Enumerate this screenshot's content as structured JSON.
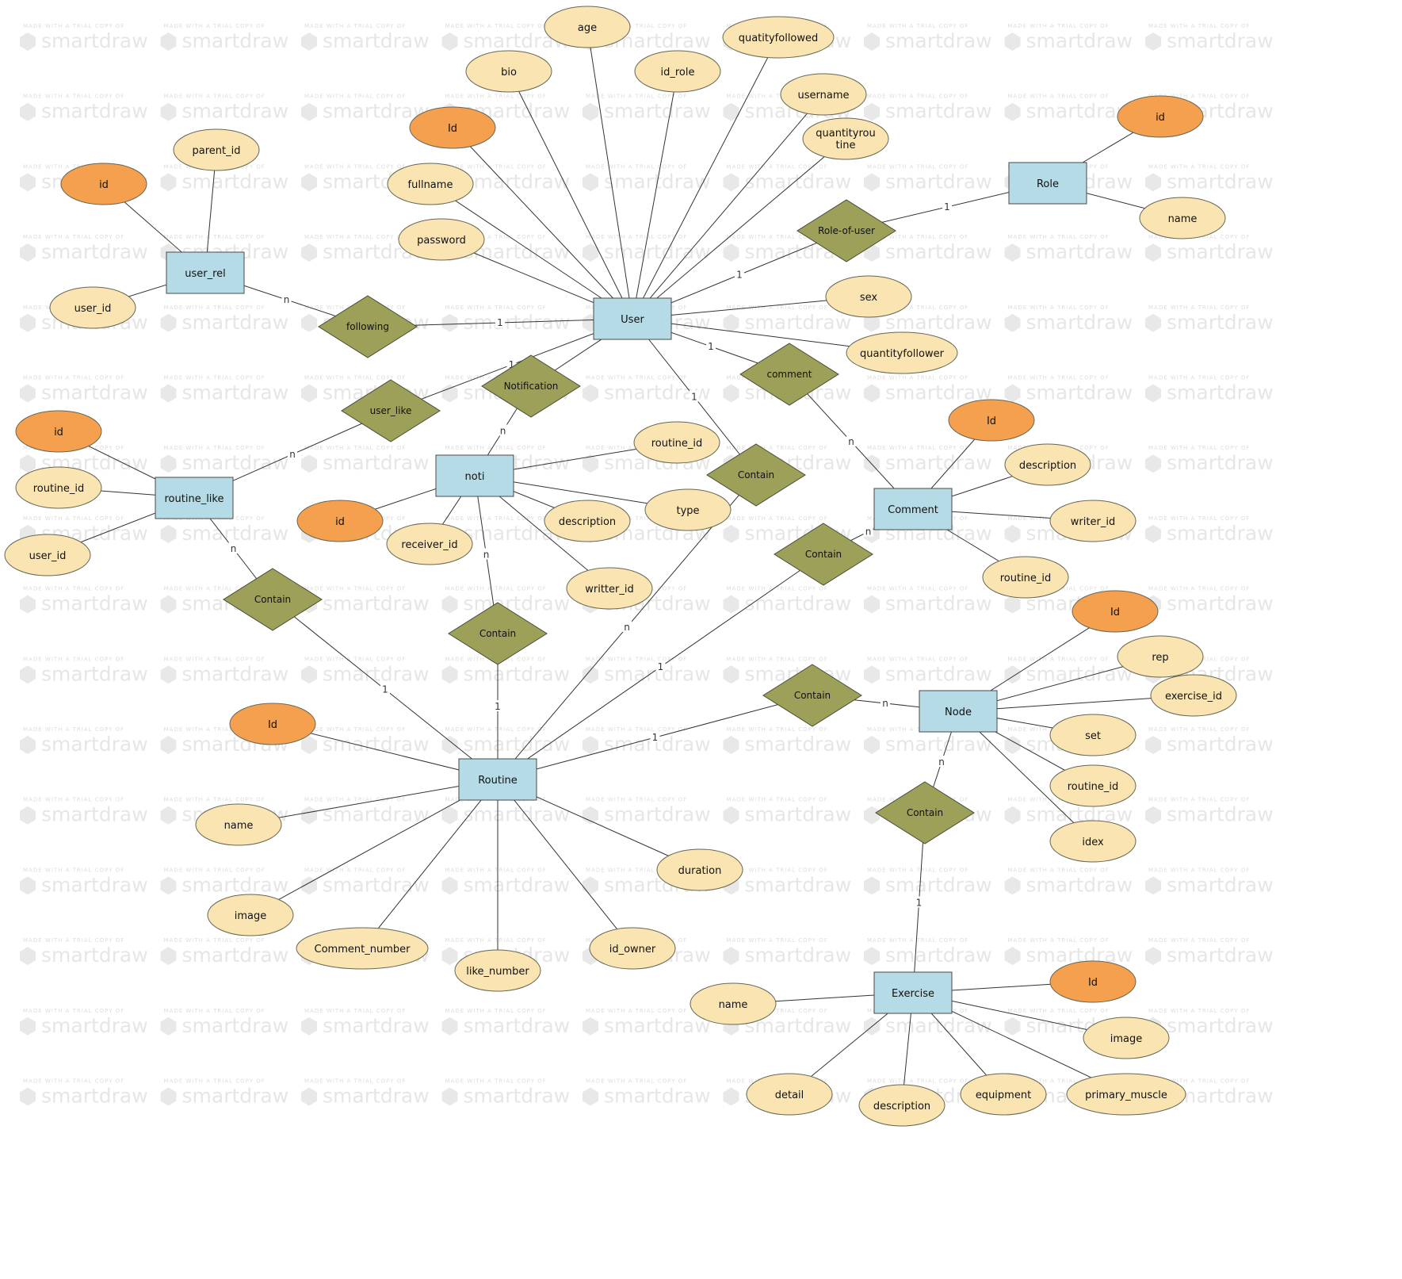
{
  "watermark": {
    "top_text": "MADE WITH A TRIAL COPY OF",
    "brand": "smartdraw"
  },
  "colors": {
    "entity_fill": "#b5dbe6",
    "attribute_fill": "#fae5b2",
    "key_attribute_fill": "#f5a04f",
    "relationship_fill": "#9ca058",
    "line": "#333333"
  },
  "entities": [
    {
      "id": "user",
      "label": "User"
    },
    {
      "id": "user_rel",
      "label": "user_rel"
    },
    {
      "id": "role",
      "label": "Role"
    },
    {
      "id": "routine_like",
      "label": "routine_like"
    },
    {
      "id": "noti",
      "label": "noti"
    },
    {
      "id": "comment",
      "label": "Comment"
    },
    {
      "id": "routine",
      "label": "Routine"
    },
    {
      "id": "node",
      "label": "Node"
    },
    {
      "id": "exercise",
      "label": "Exercise"
    }
  ],
  "relationships": [
    {
      "id": "following",
      "label": "following"
    },
    {
      "id": "role_of_user",
      "label": "Role-of-user"
    },
    {
      "id": "user_like",
      "label": "user_like"
    },
    {
      "id": "notification",
      "label": "Notification"
    },
    {
      "id": "comment_rel",
      "label": "comment"
    },
    {
      "id": "contain_user_routine",
      "label": "Contain"
    },
    {
      "id": "contain_comment_routine",
      "label": "Contain"
    },
    {
      "id": "contain_like_routine",
      "label": "Contain"
    },
    {
      "id": "contain_noti_routine",
      "label": "Contain"
    },
    {
      "id": "contain_routine_node",
      "label": "Contain"
    },
    {
      "id": "contain_node_exercise",
      "label": "Contain"
    }
  ],
  "attributes": [
    {
      "id": "u_age",
      "label": "age",
      "key": false
    },
    {
      "id": "u_bio",
      "label": "bio",
      "key": false
    },
    {
      "id": "u_quatityfollowed",
      "label": "quatityfollowed",
      "key": false
    },
    {
      "id": "u_id_role",
      "label": "id_role",
      "key": false
    },
    {
      "id": "u_username",
      "label": "username",
      "key": false
    },
    {
      "id": "u_id",
      "label": "Id",
      "key": true
    },
    {
      "id": "u_quantityroutine",
      "label": "quantityrou tine",
      "key": false
    },
    {
      "id": "u_fullname",
      "label": "fullname",
      "key": false
    },
    {
      "id": "u_password",
      "label": "password",
      "key": false
    },
    {
      "id": "u_sex",
      "label": "sex",
      "key": false
    },
    {
      "id": "u_quantityfollower",
      "label": "quantityfollower",
      "key": false
    },
    {
      "id": "ur_parent_id",
      "label": "parent_id",
      "key": false
    },
    {
      "id": "ur_id",
      "label": "id",
      "key": true
    },
    {
      "id": "ur_user_id",
      "label": "user_id",
      "key": false
    },
    {
      "id": "role_id",
      "label": "id",
      "key": true
    },
    {
      "id": "role_name",
      "label": "name",
      "key": false
    },
    {
      "id": "rl_id",
      "label": "id",
      "key": true
    },
    {
      "id": "rl_routine_id",
      "label": "routine_id",
      "key": false
    },
    {
      "id": "rl_user_id",
      "label": "user_id",
      "key": false
    },
    {
      "id": "n_routine_id",
      "label": "routine_id",
      "key": false
    },
    {
      "id": "n_type",
      "label": "type",
      "key": false
    },
    {
      "id": "n_description",
      "label": "description",
      "key": false
    },
    {
      "id": "n_id",
      "label": "id",
      "key": true
    },
    {
      "id": "n_receiver_id",
      "label": "receiver_id",
      "key": false
    },
    {
      "id": "n_writter_id",
      "label": "writter_id",
      "key": false
    },
    {
      "id": "c_id",
      "label": "Id",
      "key": true
    },
    {
      "id": "c_description",
      "label": "description",
      "key": false
    },
    {
      "id": "c_writer_id",
      "label": "writer_id",
      "key": false
    },
    {
      "id": "c_routine_id",
      "label": "routine_id",
      "key": false
    },
    {
      "id": "r_id",
      "label": "Id",
      "key": true
    },
    {
      "id": "r_name",
      "label": "name",
      "key": false
    },
    {
      "id": "r_image",
      "label": "image",
      "key": false
    },
    {
      "id": "r_comment_number",
      "label": "Comment_number",
      "key": false
    },
    {
      "id": "r_like_number",
      "label": "like_number",
      "key": false
    },
    {
      "id": "r_id_owner",
      "label": "id_owner",
      "key": false
    },
    {
      "id": "r_duration",
      "label": "duration",
      "key": false
    },
    {
      "id": "nd_id",
      "label": "Id",
      "key": true
    },
    {
      "id": "nd_rep",
      "label": "rep",
      "key": false
    },
    {
      "id": "nd_exercise_id",
      "label": "exercise_id",
      "key": false
    },
    {
      "id": "nd_set",
      "label": "set",
      "key": false
    },
    {
      "id": "nd_routine_id",
      "label": "routine_id",
      "key": false
    },
    {
      "id": "nd_idex",
      "label": "idex",
      "key": false
    },
    {
      "id": "e_id",
      "label": "Id",
      "key": true
    },
    {
      "id": "e_name",
      "label": "name",
      "key": false
    },
    {
      "id": "e_image",
      "label": "image",
      "key": false
    },
    {
      "id": "e_detail",
      "label": "detail",
      "key": false
    },
    {
      "id": "e_description",
      "label": "description",
      "key": false
    },
    {
      "id": "e_equipment",
      "label": "equipment",
      "key": false
    },
    {
      "id": "e_primary_muscle",
      "label": "primary_muscle",
      "key": false
    }
  ],
  "edges": [
    {
      "from": "u_age",
      "to": "user"
    },
    {
      "from": "u_bio",
      "to": "user"
    },
    {
      "from": "u_quatityfollowed",
      "to": "user"
    },
    {
      "from": "u_id_role",
      "to": "user"
    },
    {
      "from": "u_username",
      "to": "user"
    },
    {
      "from": "u_id",
      "to": "user"
    },
    {
      "from": "u_quantityroutine",
      "to": "user"
    },
    {
      "from": "u_fullname",
      "to": "user"
    },
    {
      "from": "u_password",
      "to": "user"
    },
    {
      "from": "u_sex",
      "to": "user"
    },
    {
      "from": "u_quantityfollower",
      "to": "user"
    },
    {
      "from": "ur_parent_id",
      "to": "user_rel"
    },
    {
      "from": "ur_id",
      "to": "user_rel"
    },
    {
      "from": "ur_user_id",
      "to": "user_rel"
    },
    {
      "from": "role_id",
      "to": "role"
    },
    {
      "from": "role_name",
      "to": "role"
    },
    {
      "from": "user_rel",
      "to": "following",
      "card": "n"
    },
    {
      "from": "following",
      "to": "user",
      "card": "1"
    },
    {
      "from": "user",
      "to": "role_of_user",
      "card": "1"
    },
    {
      "from": "role_of_user",
      "to": "role",
      "card": "1"
    },
    {
      "from": "routine_like",
      "to": "user_like",
      "card": "n"
    },
    {
      "from": "user_like",
      "to": "user",
      "card": "1"
    },
    {
      "from": "rl_id",
      "to": "routine_like"
    },
    {
      "from": "rl_routine_id",
      "to": "routine_like"
    },
    {
      "from": "rl_user_id",
      "to": "routine_like"
    },
    {
      "from": "user",
      "to": "notification"
    },
    {
      "from": "notification",
      "to": "noti",
      "card": "n"
    },
    {
      "from": "n_routine_id",
      "to": "noti"
    },
    {
      "from": "n_type",
      "to": "noti"
    },
    {
      "from": "n_description",
      "to": "noti"
    },
    {
      "from": "n_id",
      "to": "noti"
    },
    {
      "from": "n_receiver_id",
      "to": "noti"
    },
    {
      "from": "n_writter_id",
      "to": "noti"
    },
    {
      "from": "user",
      "to": "comment_rel",
      "card": "1"
    },
    {
      "from": "comment_rel",
      "to": "comment",
      "card": "n"
    },
    {
      "from": "c_id",
      "to": "comment"
    },
    {
      "from": "c_description",
      "to": "comment"
    },
    {
      "from": "c_writer_id",
      "to": "comment"
    },
    {
      "from": "c_routine_id",
      "to": "comment"
    },
    {
      "from": "user",
      "to": "contain_user_routine",
      "card": "1"
    },
    {
      "from": "contain_user_routine",
      "to": "routine",
      "card": "n"
    },
    {
      "from": "comment",
      "to": "contain_comment_routine",
      "card": "n"
    },
    {
      "from": "contain_comment_routine",
      "to": "routine",
      "card": "1"
    },
    {
      "from": "routine_like",
      "to": "contain_like_routine",
      "card": "n"
    },
    {
      "from": "contain_like_routine",
      "to": "routine",
      "card": "1"
    },
    {
      "from": "noti",
      "to": "contain_noti_routine",
      "card": "n"
    },
    {
      "from": "contain_noti_routine",
      "to": "routine",
      "card": "1"
    },
    {
      "from": "r_id",
      "to": "routine"
    },
    {
      "from": "r_name",
      "to": "routine"
    },
    {
      "from": "r_image",
      "to": "routine"
    },
    {
      "from": "r_comment_number",
      "to": "routine"
    },
    {
      "from": "r_like_number",
      "to": "routine"
    },
    {
      "from": "r_id_owner",
      "to": "routine"
    },
    {
      "from": "r_duration",
      "to": "routine"
    },
    {
      "from": "routine",
      "to": "contain_routine_node",
      "card": "1"
    },
    {
      "from": "contain_routine_node",
      "to": "node",
      "card": "n"
    },
    {
      "from": "nd_id",
      "to": "node"
    },
    {
      "from": "nd_rep",
      "to": "node"
    },
    {
      "from": "nd_exercise_id",
      "to": "node"
    },
    {
      "from": "nd_set",
      "to": "node"
    },
    {
      "from": "nd_routine_id",
      "to": "node"
    },
    {
      "from": "nd_idex",
      "to": "node"
    },
    {
      "from": "node",
      "to": "contain_node_exercise",
      "card": "n"
    },
    {
      "from": "contain_node_exercise",
      "to": "exercise",
      "card": "1"
    },
    {
      "from": "e_id",
      "to": "exercise"
    },
    {
      "from": "e_name",
      "to": "exercise"
    },
    {
      "from": "e_image",
      "to": "exercise"
    },
    {
      "from": "e_detail",
      "to": "exercise"
    },
    {
      "from": "e_description",
      "to": "exercise"
    },
    {
      "from": "e_equipment",
      "to": "exercise"
    },
    {
      "from": "e_primary_muscle",
      "to": "exercise"
    }
  ]
}
